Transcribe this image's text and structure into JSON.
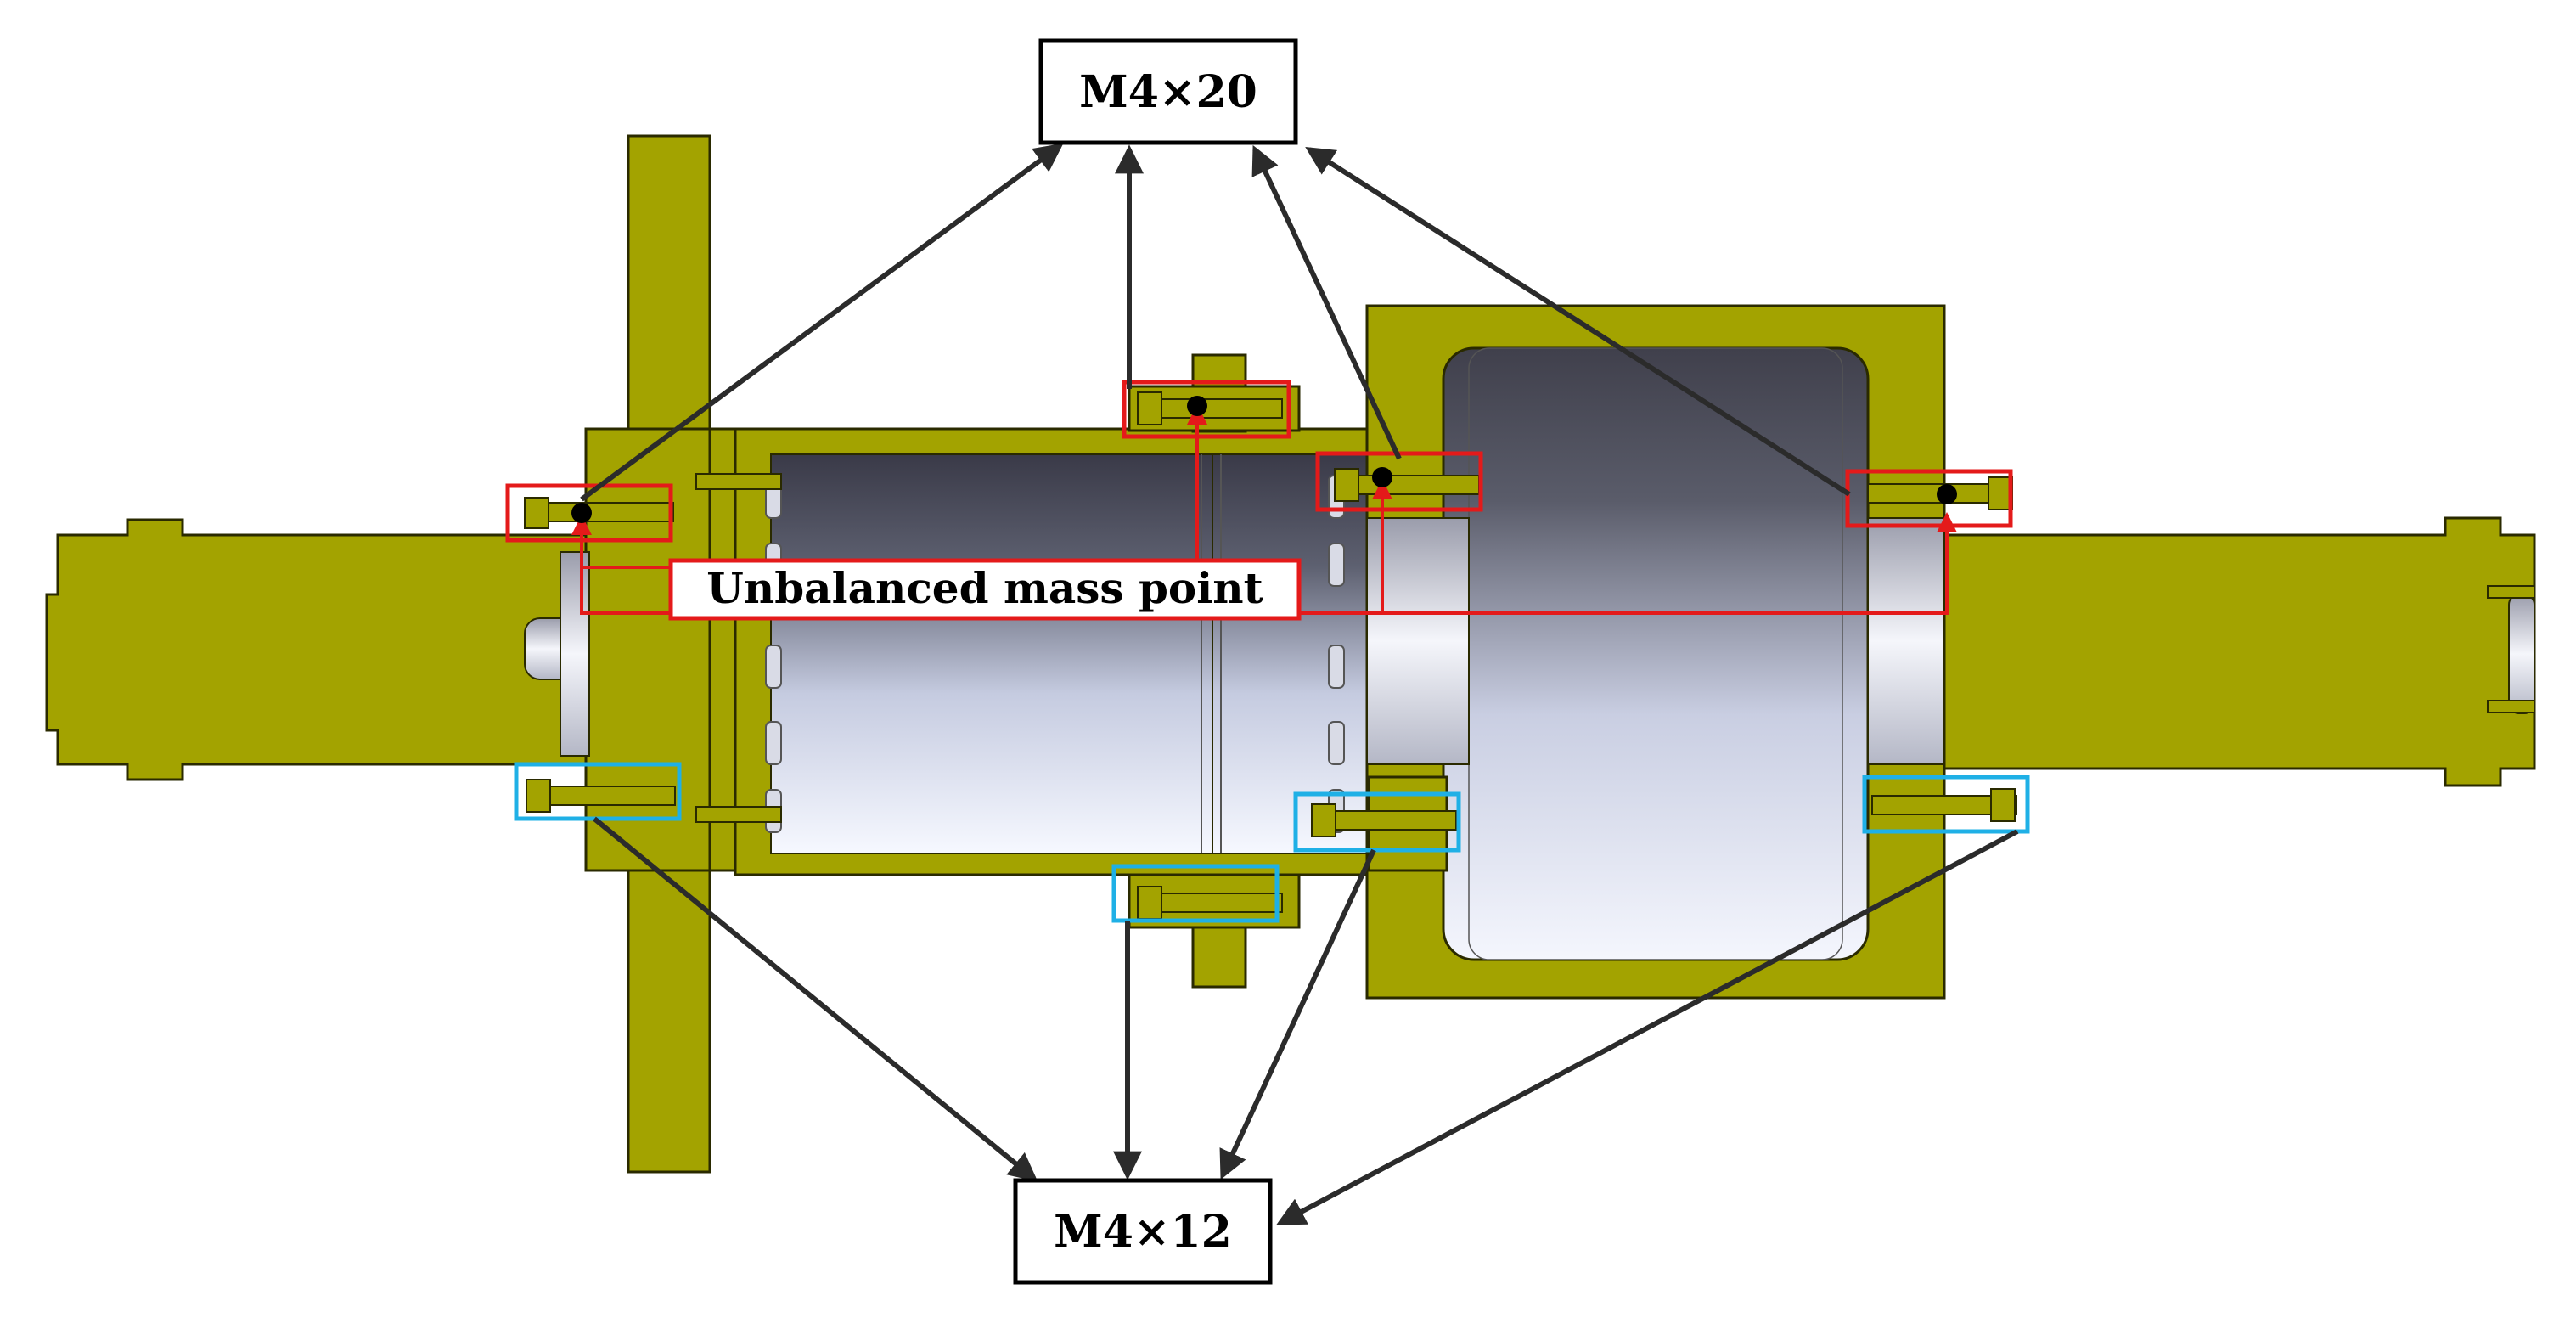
{
  "labels": {
    "top_callout": "M4×20",
    "bottom_callout": "M4×12",
    "unbalanced_mass_point": "Unbalanced mass point"
  },
  "colors": {
    "housing": "#a3a300",
    "housing_dark": "#6f6f00",
    "outline": "#2a2a00",
    "highlight_red": "#e41a1a",
    "highlight_blue": "#1fb0e6",
    "arrow": "#2b2b2b",
    "rotor_dark": "#3c3c4a",
    "rotor_light": "#f2f4fb"
  }
}
